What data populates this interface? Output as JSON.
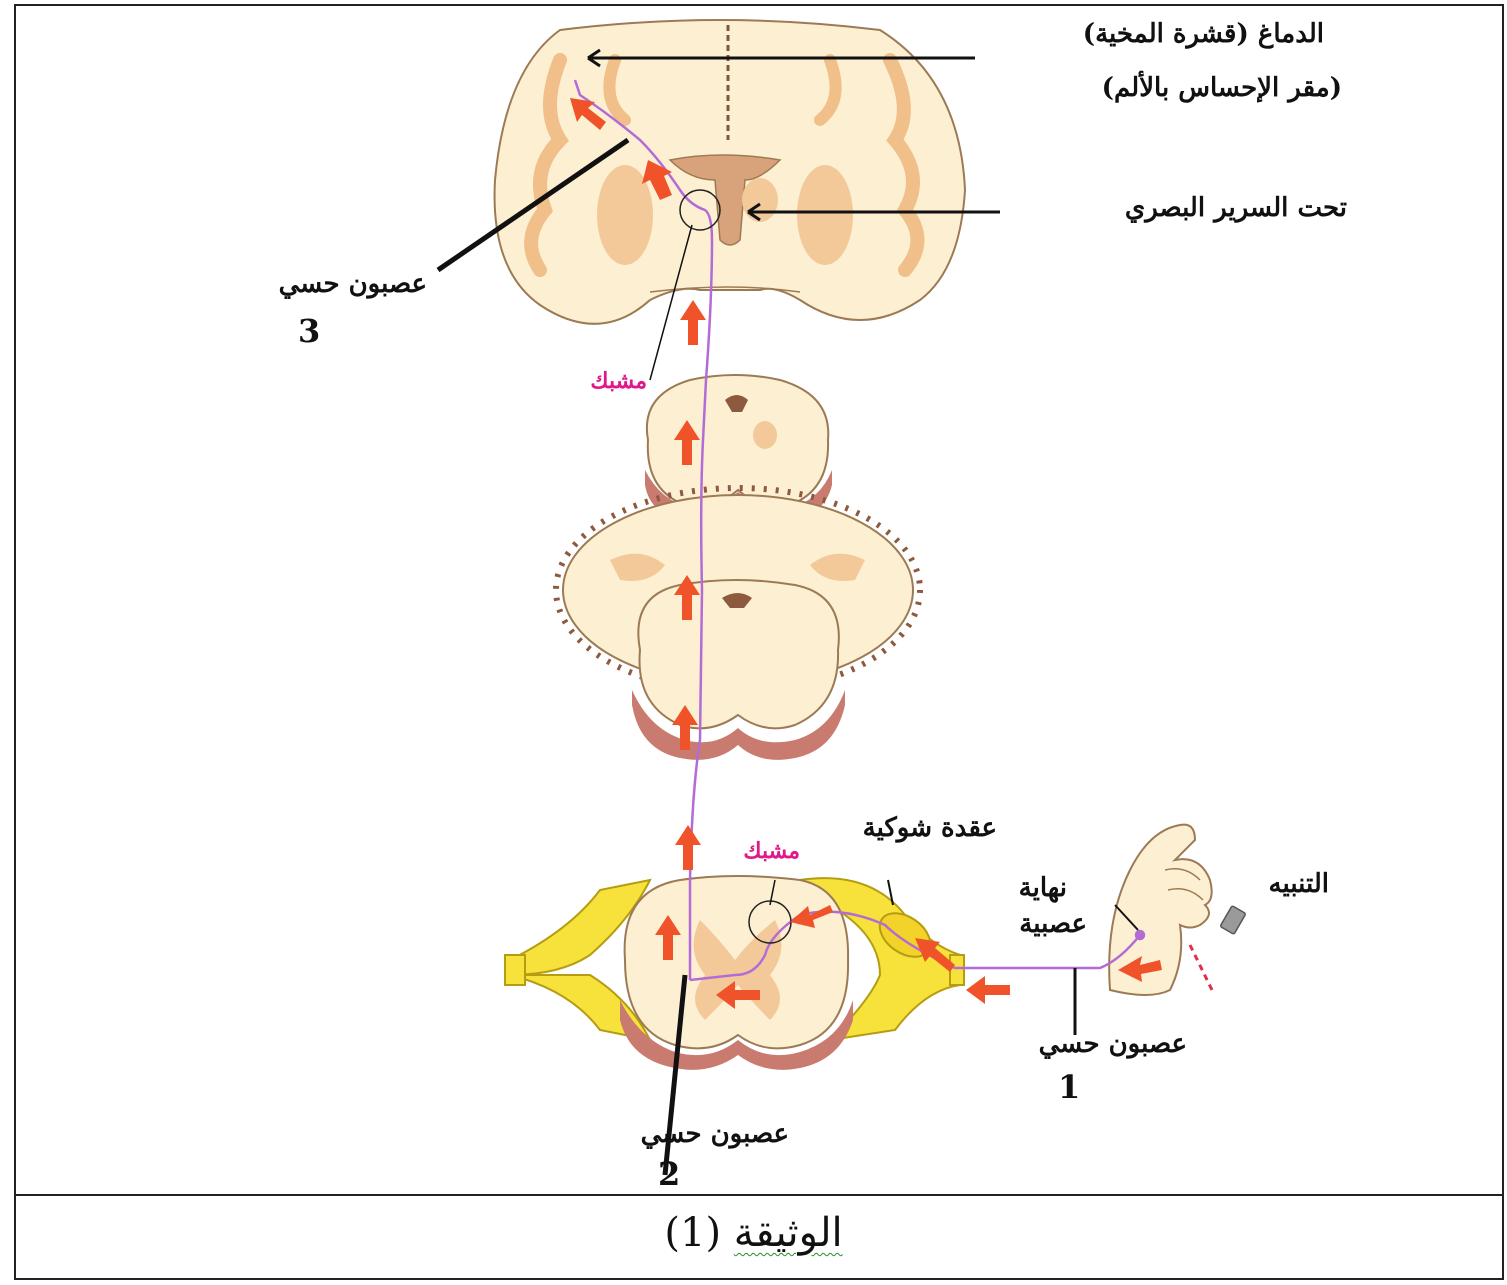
{
  "labels": {
    "brain_line1": "الدماغ (قشرة المخية)",
    "brain_line2": "(مقر الإحساس بالألم)",
    "thalamus": "تحت السرير البصري",
    "sensory_neuron_3": "عصبون حسي",
    "num_3": "3",
    "synapse_top": "مشبك",
    "spinal_ganglion": "عقدة شوكية",
    "synapse_bottom": "مشبك",
    "nerve_ending_line1": "نهاية",
    "nerve_ending_line2": "عصبية",
    "stimulus": "التنبيه",
    "sensory_neuron_1": "عصبون حسي",
    "num_1": "1",
    "sensory_neuron_2": "عصبون حسي",
    "num_2": "2"
  },
  "caption": {
    "word": "الوثيقة",
    "number": "(1)"
  },
  "colors": {
    "tissue": "#fdf0d2",
    "tissue_dark": "#f3c99a",
    "outline": "#9c7a55",
    "rim": "#c97b6f",
    "nerve_path": "#b36bd6",
    "arrow": "#f0532a",
    "ganglion": "#f7e23b",
    "synapse_label": "#e0198a"
  },
  "icons": [
    "hand-icon",
    "pin-stimulus-icon",
    "flow-arrow-icon"
  ]
}
